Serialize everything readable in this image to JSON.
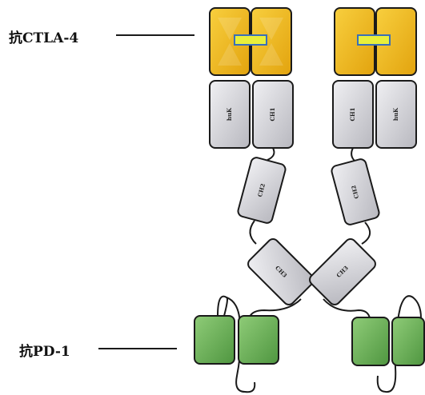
{
  "labels": {
    "ctla4": "抗CTLA-4",
    "pd1": "抗PD-1"
  },
  "domains": {
    "left_light_1": "huK",
    "left_heavy_1": "CH1",
    "right_heavy_1": "CH1",
    "right_light_1": "huK",
    "left_ch2": "CH2",
    "right_ch2": "CH2",
    "left_ch3": "CH3",
    "right_ch3": "CH3"
  },
  "colors": {
    "scfv_ctla4": "#f2b51c",
    "linker_bar": "#e9ef3a",
    "constant": "#d6d6db",
    "scfv_pd1": "#6fb05a",
    "outline": "#1a1a1a"
  }
}
